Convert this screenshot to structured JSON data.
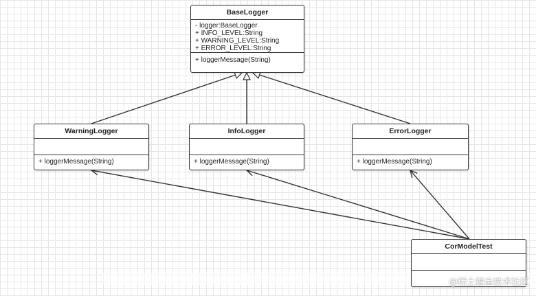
{
  "diagram": {
    "classes": [
      {
        "id": "baselogger",
        "name": "BaseLogger",
        "attributes": [
          "- logger:BaseLogger",
          "+ INFO_LEVEL:String",
          "+ WARNING_LEVEL:String",
          "+ ERROR_LEVEL:String"
        ],
        "methods": [
          "+ loggerMessage(String)"
        ]
      },
      {
        "id": "warninglogger",
        "name": "WarningLogger",
        "attributes": [],
        "methods": [
          "+ loggerMessage(String)"
        ]
      },
      {
        "id": "infologger",
        "name": "InfoLogger",
        "attributes": [],
        "methods": [
          "+ loggerMessage(String)"
        ]
      },
      {
        "id": "errorlogger",
        "name": "ErrorLogger",
        "attributes": [],
        "methods": [
          "+ loggerMessage(String)"
        ]
      },
      {
        "id": "cormodeltest",
        "name": "CorModelTest",
        "attributes": [],
        "methods": []
      }
    ],
    "relations": [
      {
        "type": "generalization",
        "from": "warninglogger",
        "to": "baselogger"
      },
      {
        "type": "generalization",
        "from": "infologger",
        "to": "baselogger"
      },
      {
        "type": "generalization",
        "from": "errorlogger",
        "to": "baselogger"
      },
      {
        "type": "association",
        "from": "cormodeltest",
        "to": "warninglogger"
      },
      {
        "type": "association",
        "from": "cormodeltest",
        "to": "infologger"
      },
      {
        "type": "association",
        "from": "cormodeltest",
        "to": "errorlogger"
      }
    ]
  },
  "watermark": "@稀土掘金技术社区",
  "colors": {
    "line": "#333333",
    "grid": "#e6e6e6",
    "box_border": "#333333"
  }
}
